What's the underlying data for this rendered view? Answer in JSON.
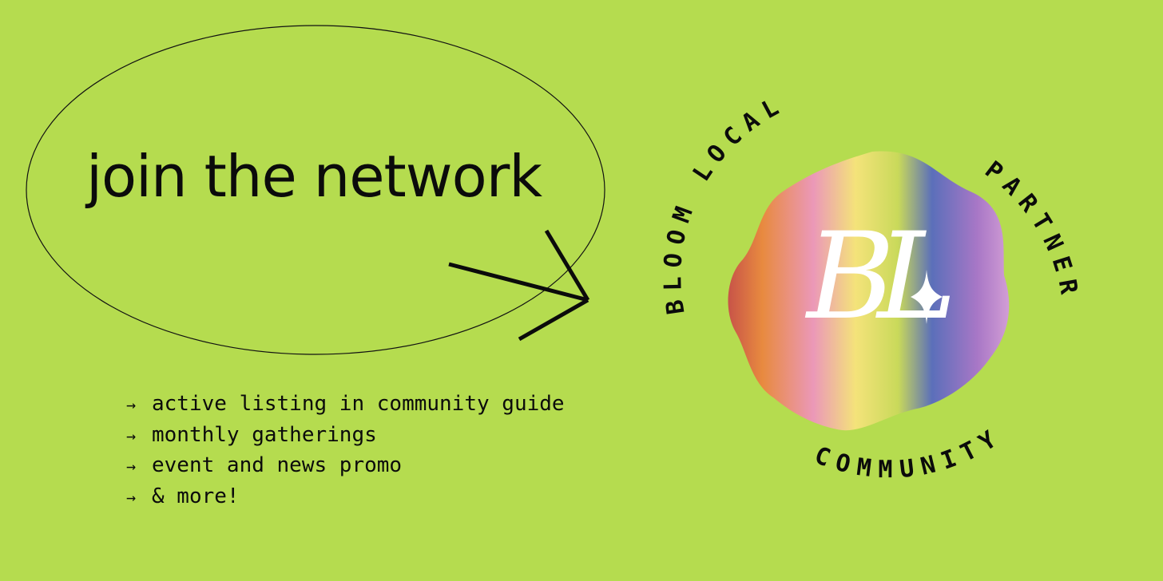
{
  "colors": {
    "background": "#b5dc4f",
    "ink": "#0b0b0b",
    "monogram": "#ffffff",
    "gradient": [
      "#c85448",
      "#e88a3f",
      "#eb98b8",
      "#f4e37a",
      "#c9d95a",
      "#5b6fba",
      "#a877c6",
      "#d5a0d6"
    ]
  },
  "headline": "join the network",
  "benefits": [
    {
      "icon": "arrow-right-icon",
      "text": "active listing in community guide"
    },
    {
      "icon": "arrow-right-icon",
      "text": "monthly gatherings"
    },
    {
      "icon": "arrow-right-icon",
      "text": "event and news promo"
    },
    {
      "icon": "arrow-right-icon",
      "text": "& more!"
    }
  ],
  "badge": {
    "top_text": "BLOOM LOCAL",
    "right_text": "PARTNER",
    "bottom_text": "COMMUNITY",
    "monogram": "BL",
    "sparkle_icon": "sparkle-icon"
  }
}
